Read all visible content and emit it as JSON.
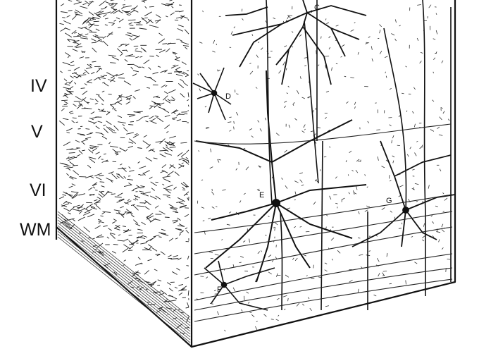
{
  "layer_labels": [
    "IV",
    "V",
    "VI",
    "WM"
  ],
  "cell_labels": [
    "C",
    "D",
    "E",
    "G",
    "F"
  ],
  "colors": {
    "ink": "#111111",
    "background": "#ffffff"
  }
}
